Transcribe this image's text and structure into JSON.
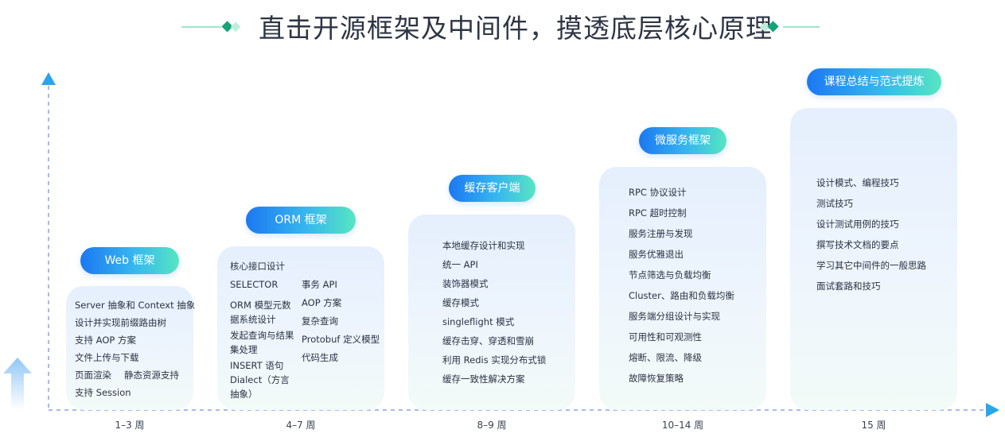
{
  "title": "直击开源框架及中间件，摸透底层核心原理",
  "colors": {
    "accent_blue": "#1c78f2",
    "accent_green": "#56e6c1",
    "axis": "#8aa0f0",
    "arrow": "#29a6e8"
  },
  "stages": [
    {
      "id": "web",
      "label": "Web 框架",
      "week": "1–3 周",
      "items": [
        "Server 抽象和 Context 抽象",
        "设计并实现前缀路由树",
        "支持 AOP 方案",
        "文件上传与下载",
        "页面渲染",
        "静态资源支持",
        "支持 Session"
      ]
    },
    {
      "id": "orm",
      "label": "ORM 框架",
      "week": "4–7 周",
      "items": [
        "核心接口设计",
        "SELECTOR",
        "事务 API",
        "ORM 模型元数据系统设计",
        "AOP 方案",
        "复杂查询",
        "发起查询与结果集处理",
        "Protobuf 定义模型",
        "INSERT 语句 Dialect（方言抽象）",
        "代码生成"
      ]
    },
    {
      "id": "cache",
      "label": "缓存客户端",
      "week": "8–9 周",
      "items": [
        "本地缓存设计和实现",
        "统一 API",
        "装饰器模式",
        "缓存模式",
        "singleflight 模式",
        "缓存击穿、穿透和雪崩",
        "利用 Redis 实现分布式锁",
        "缓存一致性解决方案"
      ]
    },
    {
      "id": "micro",
      "label": "微服务框架",
      "week": "10–14 周",
      "items": [
        "RPC 协议设计",
        "RPC 超时控制",
        "服务注册与发现",
        "服务优雅退出",
        "节点筛选与负载均衡",
        "Cluster、路由和负载均衡",
        "服务端分组设计与实现",
        "可用性和可观测性",
        "熔断、限流、降级",
        "故障恢复策略"
      ]
    },
    {
      "id": "summary",
      "label": "课程总结与范式提炼",
      "week": "15 周",
      "items": [
        "设计模式、编程技巧",
        "测试技巧",
        "设计测试用例的技巧",
        "撰写技术文档的要点",
        "学习其它中间件的一般思路",
        "面试套路和技巧"
      ]
    }
  ]
}
